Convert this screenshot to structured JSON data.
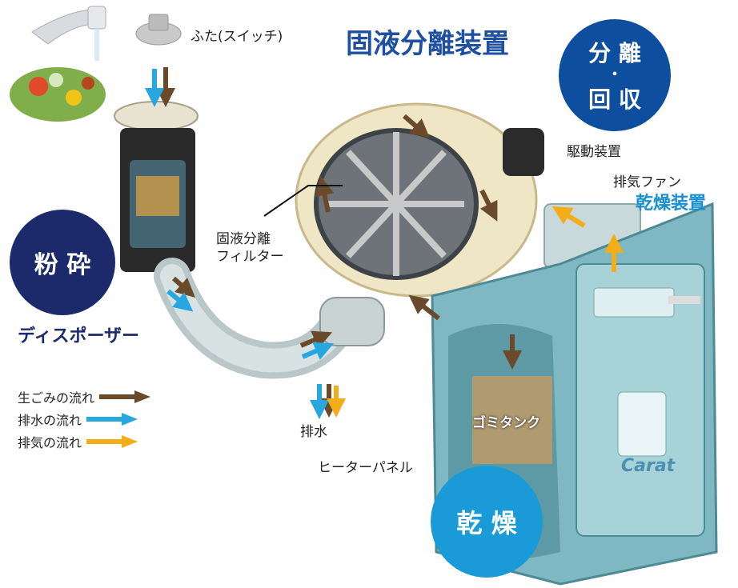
{
  "title": "固液分離装置",
  "labels": {
    "lid": "ふた(スイッチ)",
    "drive": "駆動装置",
    "fan": "排気ファン",
    "filter_line1": "固液分離",
    "filter_line2": "フィルター",
    "disposer": "ディスポーザー",
    "drain": "排水",
    "tank": "ゴミタンク",
    "heater": "ヒーターパネル",
    "product": "Carat"
  },
  "badges": {
    "separate": {
      "line1": "分 離",
      "dot": "・",
      "line2": "回 収"
    },
    "grind": "粉 砕",
    "dry": "乾 燥",
    "dry_device": "乾燥装置"
  },
  "legend": [
    {
      "label": "生ごみの流れ",
      "color": "#6b4a2b"
    },
    {
      "label": "排水の流れ",
      "color": "#27a6e0"
    },
    {
      "label": "排気の流れ",
      "color": "#f2ad18"
    }
  ],
  "colors": {
    "navy": "#1c2a6b",
    "blue_badge": "#0d4f9e",
    "light_blue_badge": "#1a9ad6",
    "title_blue": "#1e4fa0",
    "waste": "#6b4a2b",
    "water": "#27a6e0",
    "exhaust": "#f2ad18"
  }
}
